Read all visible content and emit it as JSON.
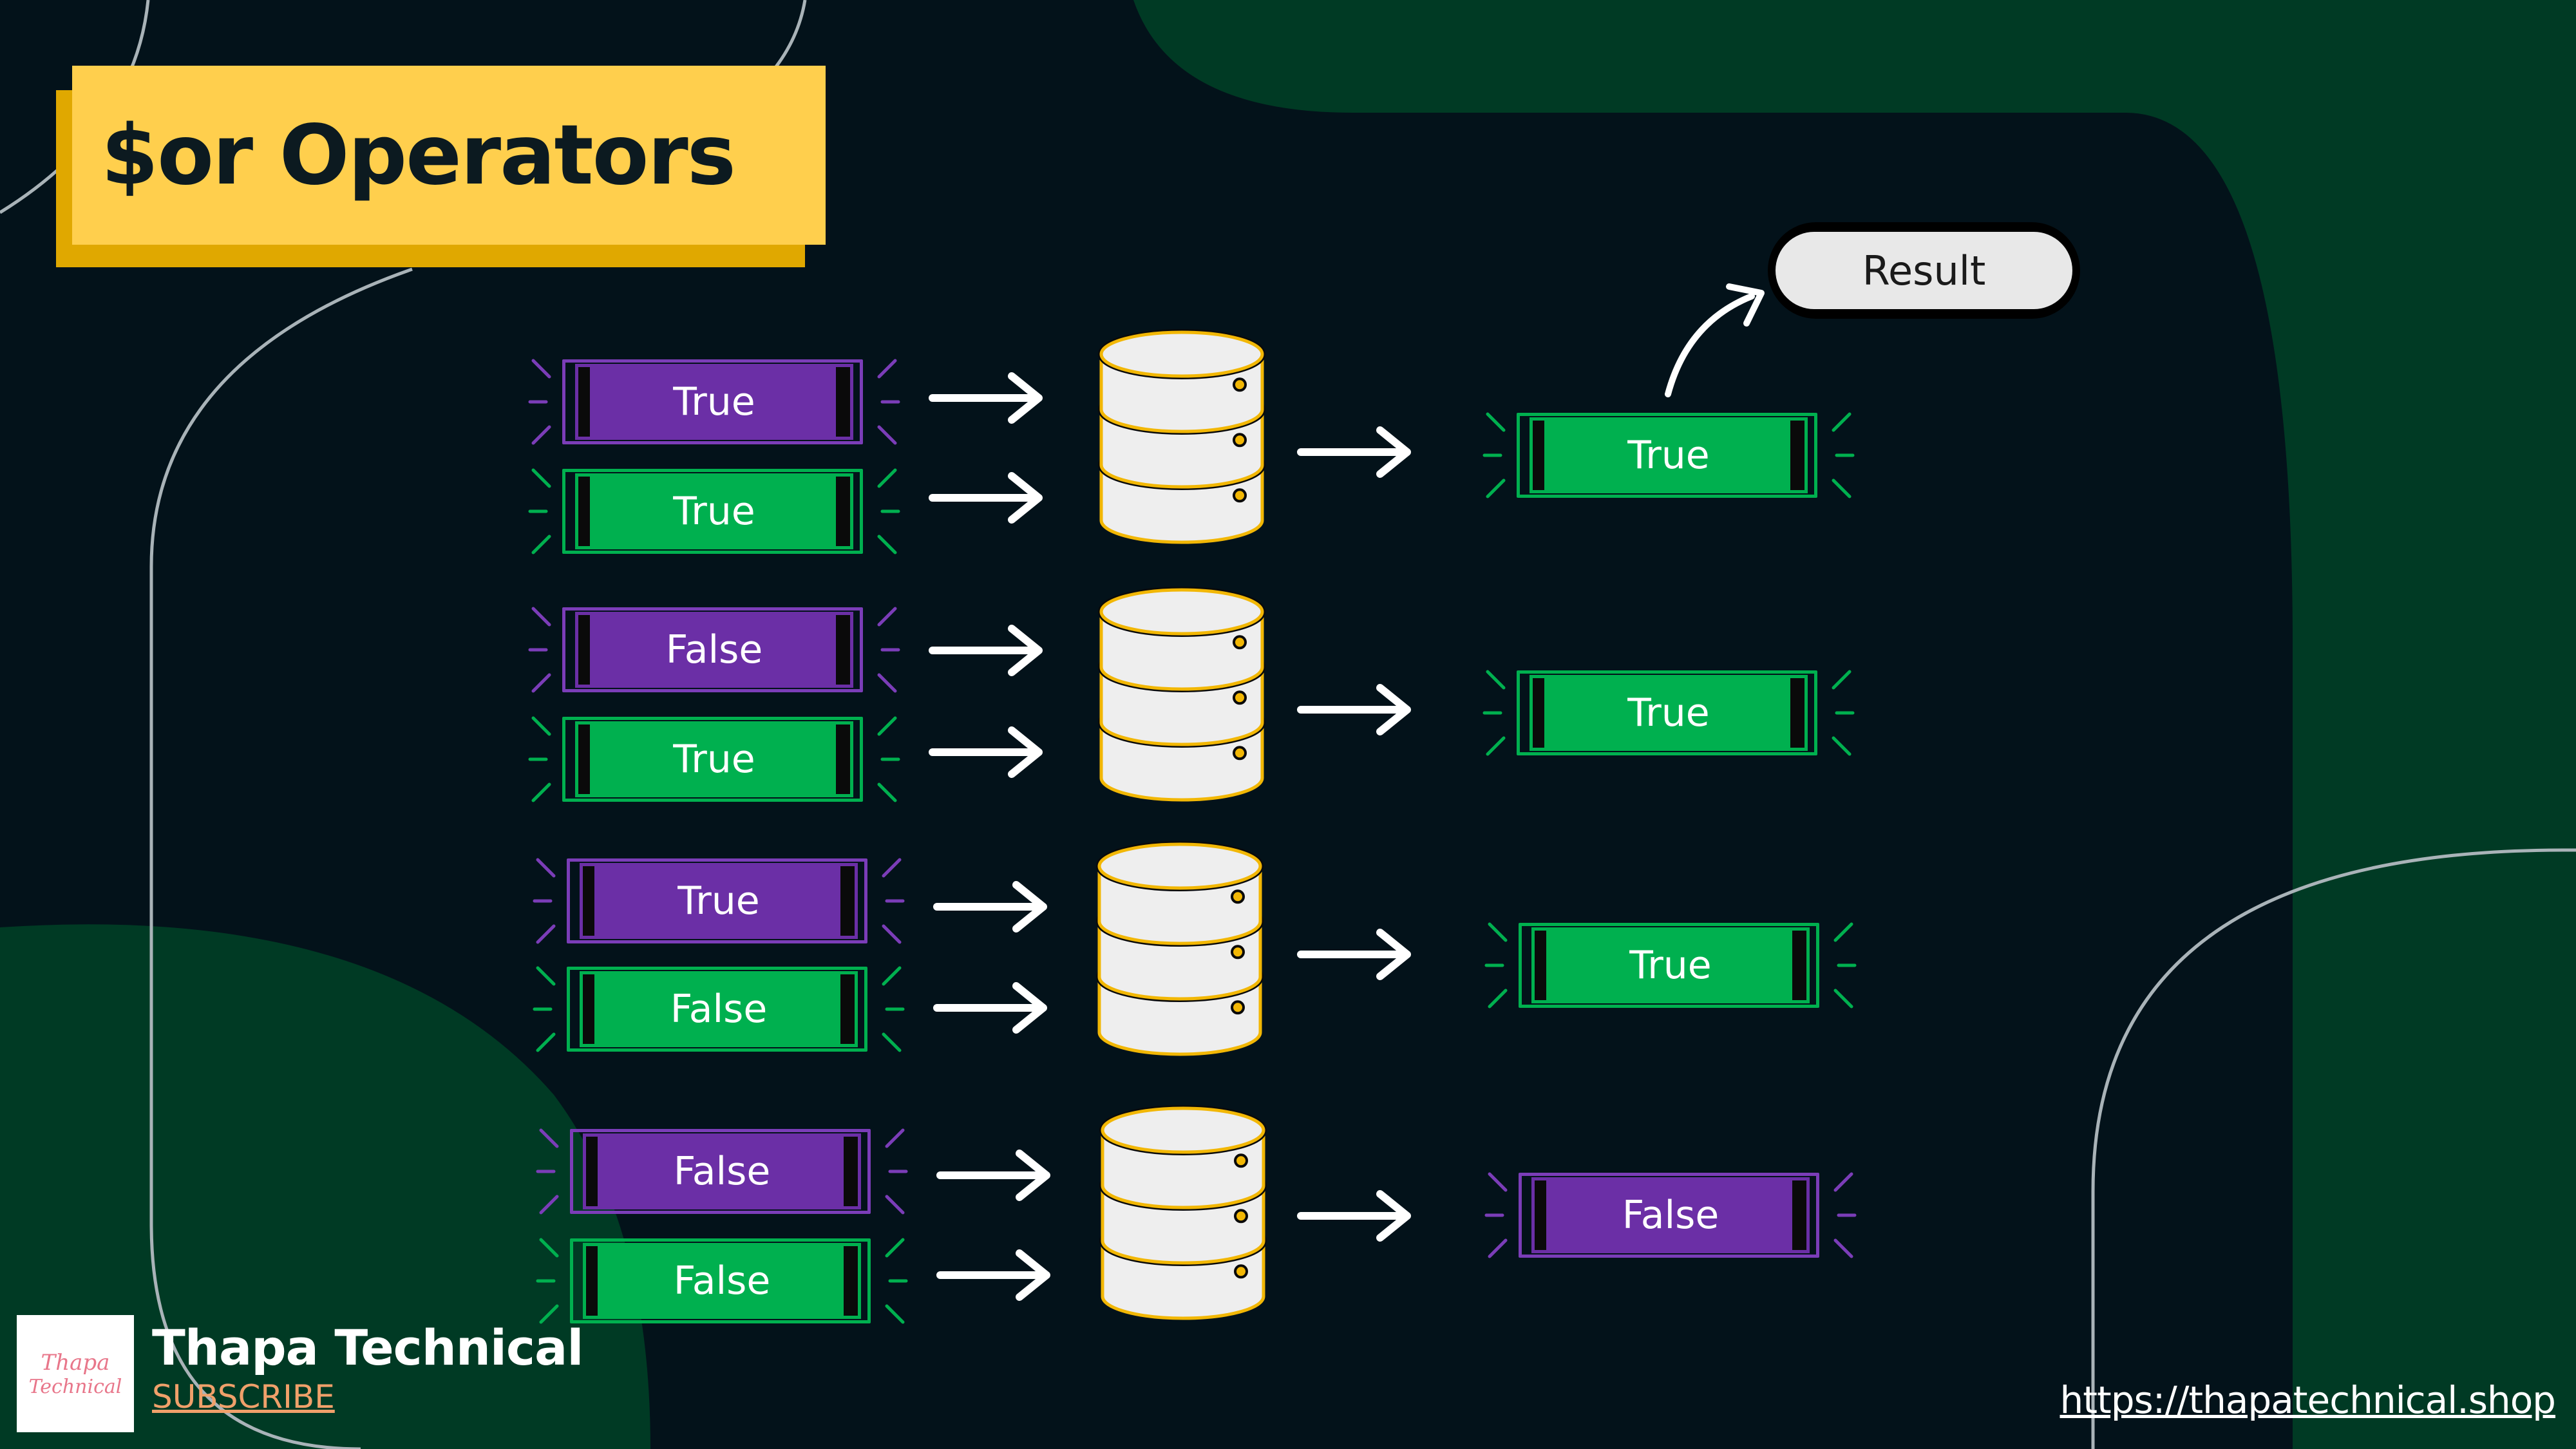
{
  "slide": {
    "title": "$or Operators",
    "result_label": "Result"
  },
  "rows": [
    {
      "input_a": "True",
      "input_b": "True",
      "output": "True"
    },
    {
      "input_a": "False",
      "input_b": "True",
      "output": "True"
    },
    {
      "input_a": "True",
      "input_b": "False",
      "output": "True"
    },
    {
      "input_a": "False",
      "input_b": "False",
      "output": "False"
    }
  ],
  "branding": {
    "channel_name": "Thapa Technical",
    "subscribe_label": "SUBSCRIBE",
    "logo_text_1": "Thapa",
    "logo_text_2": "Technical",
    "website": "https://thapatechnical.shop"
  },
  "colors": {
    "background": "#03121a",
    "green_blob": "#003a24",
    "title_bg": "#ffcf4d",
    "purple": "#6b2fa6",
    "green": "#00b04f",
    "db_fill": "#eeeeee",
    "db_outline": "#f2b705"
  }
}
